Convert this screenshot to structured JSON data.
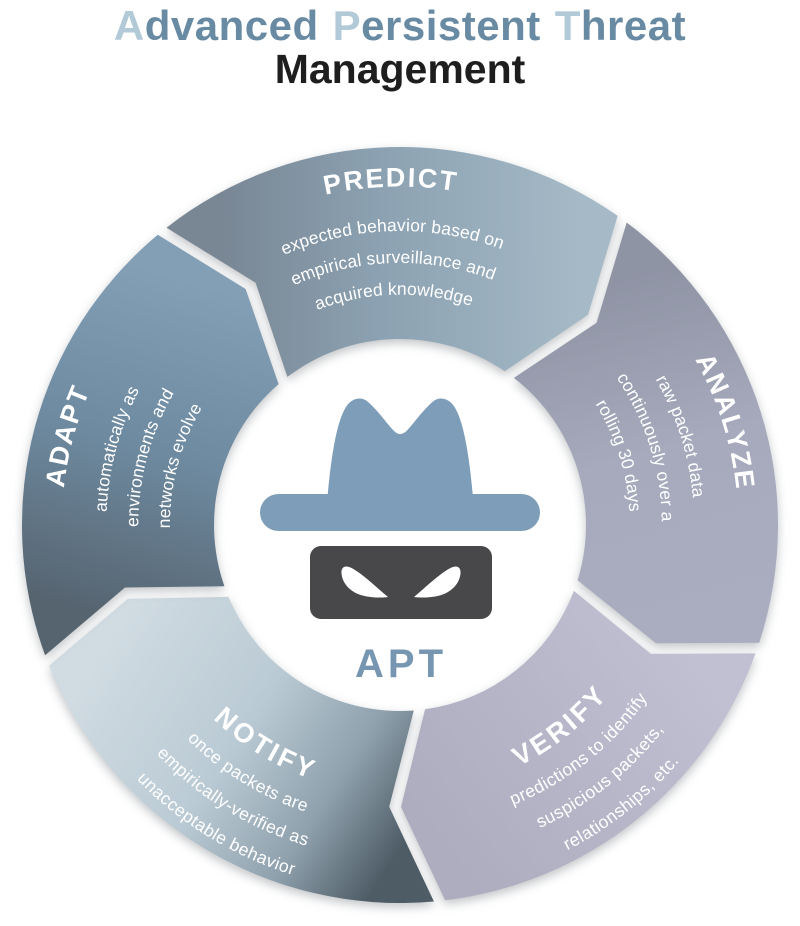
{
  "title": {
    "words": [
      {
        "initial": "A",
        "rest": "dvanced"
      },
      {
        "initial": "P",
        "rest": "ersistent"
      },
      {
        "initial": "T",
        "rest": "hreat"
      }
    ],
    "line2": "Management",
    "initial_color": "#B2C9D8",
    "body_color": "#688AA3",
    "line2_color": "#1E1E1E"
  },
  "cycle": {
    "center_label": "APT",
    "center_label_color": "#7796B1",
    "hat_color": "#7D9DB9",
    "mask_color": "#48484A",
    "eye_color": "#FFFFFF",
    "text_color": "#FFFFFF",
    "segments": [
      {
        "id": "predict",
        "label": "PREDICT",
        "desc_lines": [
          "expected behavior based on",
          "empirical surveillance and",
          "acquired knowledge"
        ],
        "text_side": "outer",
        "gradient": [
          [
            0,
            "#798795"
          ],
          [
            45,
            "#8CA2B2"
          ],
          [
            100,
            "#A5B9C6"
          ]
        ]
      },
      {
        "id": "analyze",
        "label": "ANALYZE",
        "desc_lines": [
          "raw packet data",
          "continuously over a",
          "rolling 30 days"
        ],
        "text_side": "outer",
        "gradient": [
          [
            0,
            "#8F94A5"
          ],
          [
            50,
            "#A6AABC"
          ],
          [
            100,
            "#A9ADBF"
          ]
        ]
      },
      {
        "id": "verify",
        "label": "VERIFY",
        "desc_lines": [
          "predictions to identify",
          "suspicious packets,",
          "relationships, etc."
        ],
        "text_side": "inner",
        "gradient": [
          [
            0,
            "#C0C0D2"
          ],
          [
            50,
            "#B6B6C8"
          ],
          [
            100,
            "#ADADBF"
          ]
        ]
      },
      {
        "id": "notify",
        "label": "NOTIFY",
        "desc_lines": [
          "once packets are",
          "empirically-verified as",
          "unacceptable behavior"
        ],
        "text_side": "inner",
        "gradient": [
          [
            0,
            "#4E5C66"
          ],
          [
            25,
            "#8FA1AD"
          ],
          [
            55,
            "#BACAD4"
          ],
          [
            100,
            "#D0DBE2"
          ]
        ]
      },
      {
        "id": "adapt",
        "label": "ADAPT",
        "desc_lines": [
          "automatically as",
          "environments and",
          "networks evolve"
        ],
        "text_side": "outer",
        "gradient": [
          [
            0,
            "#566470"
          ],
          [
            50,
            "#6E8AA0"
          ],
          [
            100,
            "#839FB5"
          ]
        ]
      }
    ]
  }
}
